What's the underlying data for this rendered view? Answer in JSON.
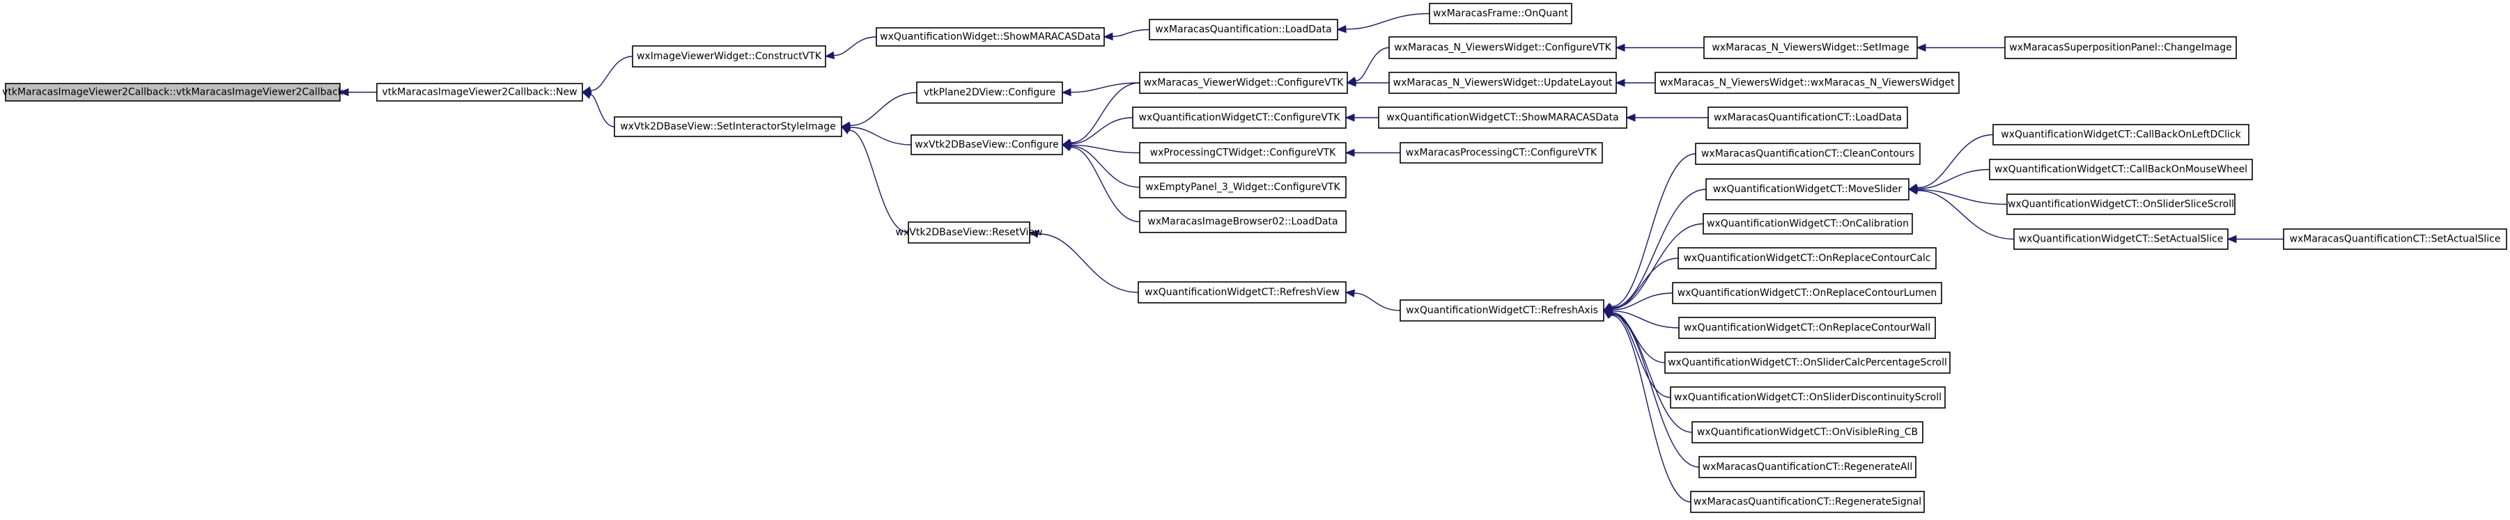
{
  "nodes": [
    {
      "id": "n0",
      "label": "vtkMaracasImageViewer2Callback::vtkMaracasImageViewer2Callback",
      "root": true
    },
    {
      "id": "n1",
      "label": "vtkMaracasImageViewer2Callback::New"
    },
    {
      "id": "n2",
      "label": "wxImageViewerWidget::ConstructVTK"
    },
    {
      "id": "n3",
      "label": "wxVtk2DBaseView::SetInteractorStyleImage"
    },
    {
      "id": "n4",
      "label": "wxQuantificationWidget::ShowMARACASData"
    },
    {
      "id": "n5",
      "label": "wxMaracasQuantification::LoadData"
    },
    {
      "id": "n6",
      "label": "wxMaracasFrame::OnQuant"
    },
    {
      "id": "n7",
      "label": "vtkPlane2DView::Configure"
    },
    {
      "id": "n8",
      "label": "wxVtk2DBaseView::Configure"
    },
    {
      "id": "n9",
      "label": "wxVtk2DBaseView::ResetView"
    },
    {
      "id": "n10",
      "label": "wxMaracas_ViewerWidget::ConfigureVTK"
    },
    {
      "id": "n11",
      "label": "wxQuantificationWidgetCT::ConfigureVTK"
    },
    {
      "id": "n12",
      "label": "wxProcessingCTWidget::ConfigureVTK"
    },
    {
      "id": "n13",
      "label": "wxEmptyPanel_3_Widget::ConfigureVTK"
    },
    {
      "id": "n14",
      "label": "wxMaracasImageBrowser02::LoadData"
    },
    {
      "id": "n15",
      "label": "wxQuantificationWidgetCT::RefreshView"
    },
    {
      "id": "n16",
      "label": "wxMaracas_N_ViewersWidget::ConfigureVTK"
    },
    {
      "id": "n17",
      "label": "wxMaracas_N_ViewersWidget::UpdateLayout"
    },
    {
      "id": "n18",
      "label": "wxQuantificationWidgetCT::ShowMARACASData"
    },
    {
      "id": "n19",
      "label": "wxMaracasProcessingCT::ConfigureVTK"
    },
    {
      "id": "n20",
      "label": "wxQuantificationWidgetCT::RefreshAxis"
    },
    {
      "id": "n21",
      "label": "wxMaracas_N_ViewersWidget::SetImage"
    },
    {
      "id": "n22",
      "label": "wxMaracasSuperpositionPanel::ChangeImage"
    },
    {
      "id": "n23",
      "label": "wxMaracas_N_ViewersWidget::wxMaracas_N_ViewersWidget"
    },
    {
      "id": "n24",
      "label": "wxMaracasQuantificationCT::LoadData"
    },
    {
      "id": "n25",
      "label": "wxMaracasQuantificationCT::CleanContours"
    },
    {
      "id": "n26",
      "label": "wxQuantificationWidgetCT::MoveSlider"
    },
    {
      "id": "n27",
      "label": "wxQuantificationWidgetCT::OnCalibration"
    },
    {
      "id": "n28",
      "label": "wxQuantificationWidgetCT::OnReplaceContourCalc"
    },
    {
      "id": "n29",
      "label": "wxQuantificationWidgetCT::OnReplaceContourLumen"
    },
    {
      "id": "n30",
      "label": "wxQuantificationWidgetCT::OnReplaceContourWall"
    },
    {
      "id": "n31",
      "label": "wxQuantificationWidgetCT::OnSliderCalcPercentageScroll"
    },
    {
      "id": "n32",
      "label": "wxQuantificationWidgetCT::OnSliderDiscontinuityScroll"
    },
    {
      "id": "n33",
      "label": "wxQuantificationWidgetCT::OnVisibleRing_CB"
    },
    {
      "id": "n34",
      "label": "wxMaracasQuantificationCT::RegenerateAll"
    },
    {
      "id": "n35",
      "label": "wxMaracasQuantificationCT::RegenerateSignal"
    },
    {
      "id": "n36",
      "label": "wxQuantificationWidgetCT::CallBackOnLeftDClick"
    },
    {
      "id": "n37",
      "label": "wxQuantificationWidgetCT::CallBackOnMouseWheel"
    },
    {
      "id": "n38",
      "label": "wxQuantificationWidgetCT::OnSliderSliceScroll"
    },
    {
      "id": "n39",
      "label": "wxQuantificationWidgetCT::SetActualSlice"
    },
    {
      "id": "n40",
      "label": "wxMaracasQuantificationCT::SetActualSlice"
    }
  ],
  "edges": [
    [
      "n1",
      "n0"
    ],
    [
      "n2",
      "n1"
    ],
    [
      "n3",
      "n1"
    ],
    [
      "n4",
      "n2"
    ],
    [
      "n5",
      "n4"
    ],
    [
      "n6",
      "n5"
    ],
    [
      "n7",
      "n3"
    ],
    [
      "n8",
      "n3"
    ],
    [
      "n9",
      "n3"
    ],
    [
      "n10",
      "n7"
    ],
    [
      "n10",
      "n8"
    ],
    [
      "n11",
      "n8"
    ],
    [
      "n12",
      "n8"
    ],
    [
      "n13",
      "n8"
    ],
    [
      "n14",
      "n8"
    ],
    [
      "n15",
      "n9"
    ],
    [
      "n16",
      "n10"
    ],
    [
      "n17",
      "n10"
    ],
    [
      "n18",
      "n11"
    ],
    [
      "n19",
      "n12"
    ],
    [
      "n20",
      "n15"
    ],
    [
      "n21",
      "n16"
    ],
    [
      "n22",
      "n21"
    ],
    [
      "n23",
      "n17"
    ],
    [
      "n24",
      "n18"
    ],
    [
      "n25",
      "n20"
    ],
    [
      "n26",
      "n20"
    ],
    [
      "n27",
      "n20"
    ],
    [
      "n28",
      "n20"
    ],
    [
      "n29",
      "n20"
    ],
    [
      "n30",
      "n20"
    ],
    [
      "n31",
      "n20"
    ],
    [
      "n32",
      "n20"
    ],
    [
      "n33",
      "n20"
    ],
    [
      "n34",
      "n20"
    ],
    [
      "n35",
      "n20"
    ],
    [
      "n36",
      "n26"
    ],
    [
      "n37",
      "n26"
    ],
    [
      "n38",
      "n26"
    ],
    [
      "n39",
      "n26"
    ],
    [
      "n40",
      "n39"
    ]
  ],
  "colors": {
    "edge": "#191970",
    "root_fill": "#bfbfbf",
    "node_fill": "#ffffff",
    "border": "#000000"
  }
}
